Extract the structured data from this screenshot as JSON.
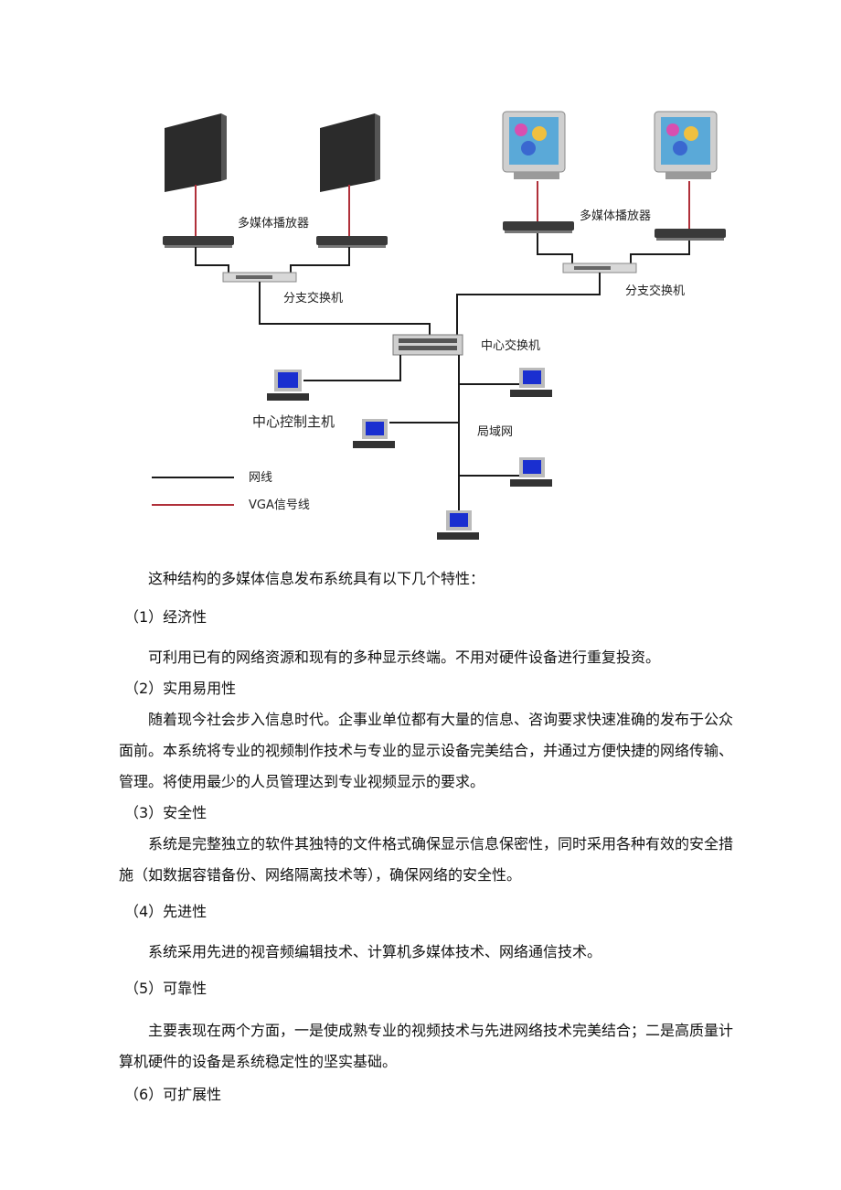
{
  "diagram": {
    "labels": {
      "player_left": "多媒体播放器",
      "player_right": "多媒体播放器",
      "branch_switch_left": "分支交换机",
      "branch_switch_right": "分支交换机",
      "center_switch": "中心交换机",
      "center_host": "中心控制主机",
      "lan": "局域网",
      "legend_net": "网线",
      "legend_vga": "VGA信号线"
    },
    "colors": {
      "net_line": "#1a1a1a",
      "vga_line": "#b0303a",
      "screen_blue": "#1a2fd0"
    }
  },
  "text": {
    "intro": "这种结构的多媒体信息发布系统具有以下几个特性：",
    "h1": "（1）经济性",
    "p1": "可利用已有的网络资源和现有的多种显示终端。不用对硬件设备进行重复投资。",
    "h2": "（2）实用易用性",
    "p2_l1": "随着现今社会步入信息时代。企事业单位都有大量的信息、咨询要求快速准确的发布于公众",
    "p2_l2": "面前。本系统将专业的视频制作技术与专业的显示设备完美结合，并通过方便快捷的网络传输、",
    "p2_l3": "管理。将使用最少的人员管理达到专业视频显示的要求。",
    "h3": "（3）安全性",
    "p3_l1": "系统是完整独立的软件其独特的文件格式确保显示信息保密性，同时采用各种有效的安全措",
    "p3_l2": "施（如数据容错备份、网络隔离技术等），确保网络的安全性。",
    "h4": "（4）先进性",
    "p4": "系统采用先进的视音频编辑技术、计算机多媒体技术、网络通信技术。",
    "h5": "（5）可靠性",
    "p5_l1": "主要表现在两个方面，一是使成熟专业的视频技术与先进网络技术完美结合；二是高质量计",
    "p5_l2": "算机硬件的设备是系统稳定性的坚实基础。",
    "h6": "（6）可扩展性"
  }
}
